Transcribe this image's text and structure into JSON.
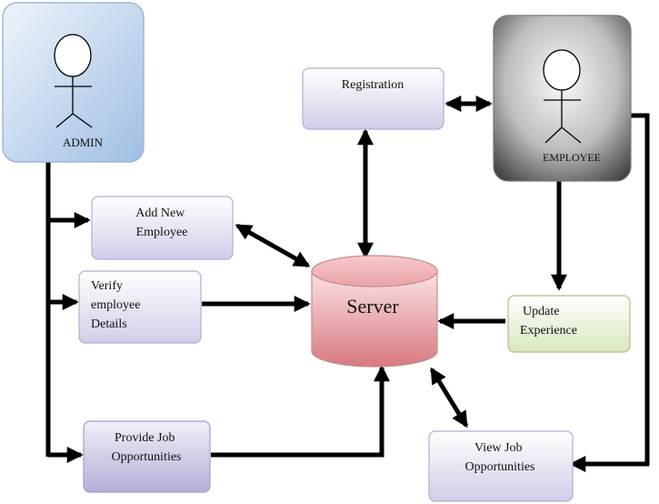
{
  "actors": {
    "admin": {
      "label": "ADMIN"
    },
    "employee": {
      "label": "EMPLOYEE"
    }
  },
  "server": {
    "label": "Server"
  },
  "processes": {
    "registration": {
      "lines": [
        "Registration"
      ]
    },
    "add_new_employee": {
      "lines": [
        "Add New",
        "Employee"
      ]
    },
    "verify_employee_details": {
      "lines": [
        "Verify",
        "employee",
        "Details"
      ]
    },
    "update_experience": {
      "lines": [
        "Update",
        "Experience"
      ]
    },
    "provide_job_opportunities": {
      "lines": [
        "Provide Job",
        "Opportunities"
      ]
    },
    "view_job_opportunities": {
      "lines": [
        "View Job",
        "Opportunities"
      ]
    }
  },
  "colors": {
    "admin_gradient": [
      "#eef4fb",
      "#9fbfe3"
    ],
    "employee_gradient": [
      "#f4f4f4",
      "#3a3a3a"
    ],
    "process_gradient": [
      "#ffffff",
      "#cfc8e6"
    ],
    "update_gradient": [
      "#ffffff",
      "#d6e8bd"
    ],
    "server_gradient": [
      "#f9d7d8",
      "#d87a80"
    ],
    "arrow": "#000000"
  }
}
